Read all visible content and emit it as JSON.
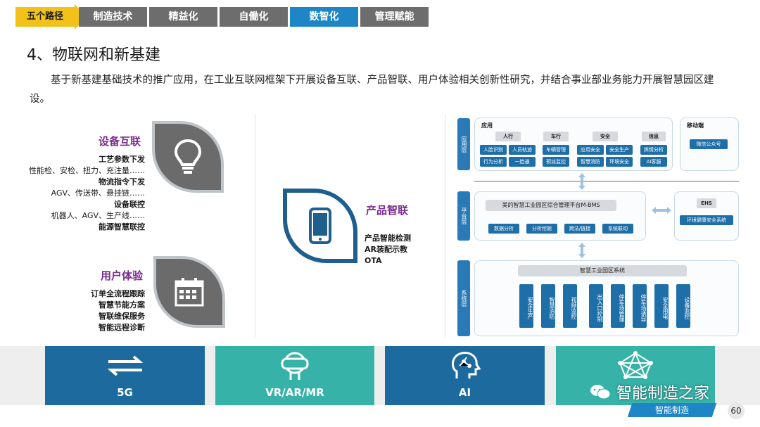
{
  "nav": {
    "first": "五个路径",
    "tabs": [
      "制造技术",
      "精益化",
      "自働化",
      "数智化",
      "管理赋能"
    ],
    "active_index": 3
  },
  "section_title": "4、物联网和新基建",
  "paragraph": "基于新基建基础技术的推广应用，在工业互联网框架下开展设备互联、产品智联、用户体验相关创新性研究，并结合事业部业务能力开展智慧园区建设。",
  "device": {
    "title": "设备互联",
    "lines": [
      "工艺参数下发",
      "性能检、安检、扭力、充注量……",
      "物流指令下发",
      "AGV、传送带、悬挂链……",
      "设备联控",
      "机器人、AGV、生产线……",
      "能源智慧联控"
    ]
  },
  "user": {
    "title": "用户体验",
    "lines": [
      "订单全流程跟踪",
      "智慧节能方案",
      "智联维保服务",
      "智能远程诊断"
    ]
  },
  "product": {
    "title": "产品智联",
    "lines": [
      "产品智能检测",
      "AR装配示教",
      "OTA"
    ]
  },
  "diagram": {
    "app_layer_tag": "应用层",
    "platform_layer_tag": "平台层",
    "system_layer_tag": "系统层",
    "app_title": "应用",
    "mobile_title": "移动端",
    "mobile_item": "微信公众号",
    "groups": [
      {
        "name": "人行",
        "items": [
          "人脸识别",
          "人员轨迹",
          "行为分析",
          "一脸通"
        ]
      },
      {
        "name": "车行",
        "items": [
          "车辆管理",
          "预派监控"
        ]
      },
      {
        "name": "安全",
        "items": [
          "应用安全",
          "安全生产",
          "智慧消防",
          "环境安全"
        ]
      },
      {
        "name": "信息",
        "items": [
          "舆情分析",
          "AI客服"
        ]
      }
    ],
    "platform_title": "美的智慧工业园区综合管理平台M-BMS",
    "platform_items": [
      "数据分析",
      "分析挖掘",
      "跨法/链接",
      "系统联动"
    ],
    "ehs_title": "EHS",
    "ehs_item": "环境健康安全系统",
    "system_title": "智慧工业园区系统",
    "systems": [
      "安全生产",
      "智慧消防",
      "视频监控",
      "出入口控制",
      "停车场管理",
      "停车场诱导",
      "安全用电",
      "设备监控"
    ]
  },
  "tiles": [
    {
      "label": "5G",
      "color": "#1c6a9e",
      "icon": "arrows-icon"
    },
    {
      "label": "VR/AR/MR",
      "color": "#36b2a8",
      "icon": "vr-headset-icon"
    },
    {
      "label": "AI",
      "color": "#1c6a9e",
      "icon": "ai-head-icon"
    },
    {
      "label": "",
      "color": "#36b2a8",
      "icon": "network-icon"
    }
  ],
  "watermark": "智能制造之家",
  "brand": "智能制造",
  "page_number": "60"
}
